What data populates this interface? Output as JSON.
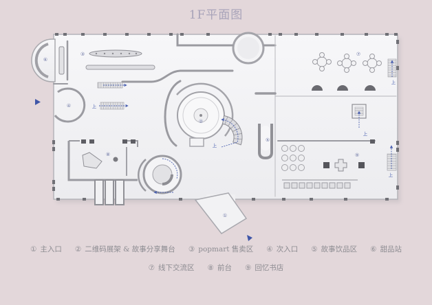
{
  "title": "1F平面图",
  "plan": {
    "markers": {
      "main_entrance": "①",
      "stage": "②",
      "popmart": "③",
      "side_entrance": "④",
      "drinks": "⑤",
      "dessert": "⑥",
      "lounge": "⑦",
      "reception": "⑧",
      "bookstore": "⑨"
    },
    "stair_up_label": "上"
  },
  "legend": {
    "row1": [
      {
        "num": "①",
        "label": "主入口"
      },
      {
        "num": "②",
        "label": "二维码展架 & 故事分享舞台"
      },
      {
        "num": "③",
        "label": "popmart 售卖区"
      },
      {
        "num": "④",
        "label": "次入口"
      },
      {
        "num": "⑤",
        "label": "故事饮品区"
      },
      {
        "num": "⑥",
        "label": "甜品站"
      }
    ],
    "row2": [
      {
        "num": "⑦",
        "label": "线下交流区"
      },
      {
        "num": "⑧",
        "label": "前台"
      },
      {
        "num": "⑨",
        "label": "回忆书店"
      }
    ]
  },
  "colors": {
    "background": "#e3d7da",
    "title": "#a8a3b9",
    "legend_text": "#8d8c92",
    "arrow_blue": "#4a60b0",
    "wall": "#8e8e94"
  }
}
